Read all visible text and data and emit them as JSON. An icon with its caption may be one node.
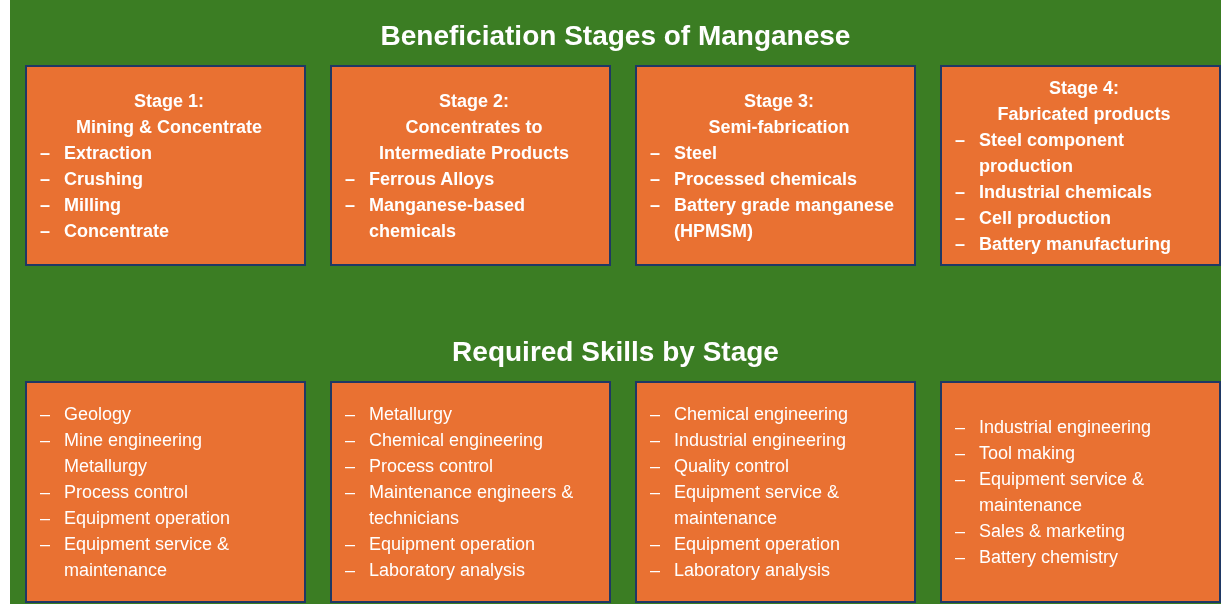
{
  "diagram": {
    "title": "Beneficiation Stages of Manganese",
    "nodes": [
      {
        "text": [
          "Stage 1:",
          "Mining & Concentrate",
          "– Extraction",
          "– Crushing",
          "– Milling",
          "– Concentrate"
        ]
      },
      {
        "text": [
          "Stage 2:",
          "Concentrates to Intermediate Products",
          "– Ferrous Alloys",
          "– Manganese-based chemicals"
        ]
      },
      {
        "text": [
          "Stage 3:",
          "Semi-fabrication",
          "– Steel",
          "– Processed chemicals",
          "– Battery grade manganese (HPMSM)"
        ]
      },
      {
        "text": [
          "Stage 4:",
          "Fabricated products",
          "– Steel component production",
          "– Industrial chemicals",
          "– Cell production",
          "– Battery manufacturing"
        ]
      },
      {
        "text": [
          "– Geology",
          "– Mine engineering",
          "Metallurgy",
          "– Process control",
          "– Equipment operation",
          "– Equipment service & maintenance"
        ]
      },
      {
        "text": [
          "– Metallurgy",
          "– Chemical engineering",
          "– Process control",
          "– Maintenance engineers & technicians",
          "– Equipment operation",
          "– Laboratory analysis"
        ]
      },
      {
        "text": [
          "– Chemical engineering",
          "– Industrial engineering",
          "– Quality control",
          "– Equipment service & maintenance",
          "– Equipment operation",
          "– Laboratory analysis"
        ]
      },
      {
        "text": [
          "– Industrial engineering",
          "– Tool making",
          "– Equipment service & maintenance",
          "– Sales & marketing",
          "– Battery chemistry"
        ]
      }
    ],
    "labels": [
      "Required Skills by Stage"
    ]
  }
}
